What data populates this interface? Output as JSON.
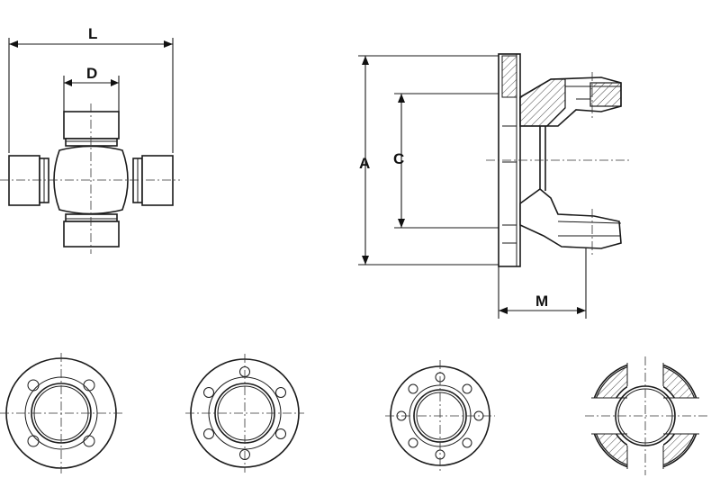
{
  "diagram": {
    "dimension_labels": {
      "length": "L",
      "diameter": "D",
      "flange_diameter": "A",
      "pilot_diameter": "C",
      "flange_length": "M"
    },
    "flange_bolt_patterns": [
      {
        "name": "four-hole-round-flange",
        "holes": 4
      },
      {
        "name": "six-hole-round-flange",
        "holes": 6
      },
      {
        "name": "eight-hole-round-flange",
        "holes": 8
      },
      {
        "name": "face-spline-flange",
        "holes": 0
      }
    ]
  }
}
